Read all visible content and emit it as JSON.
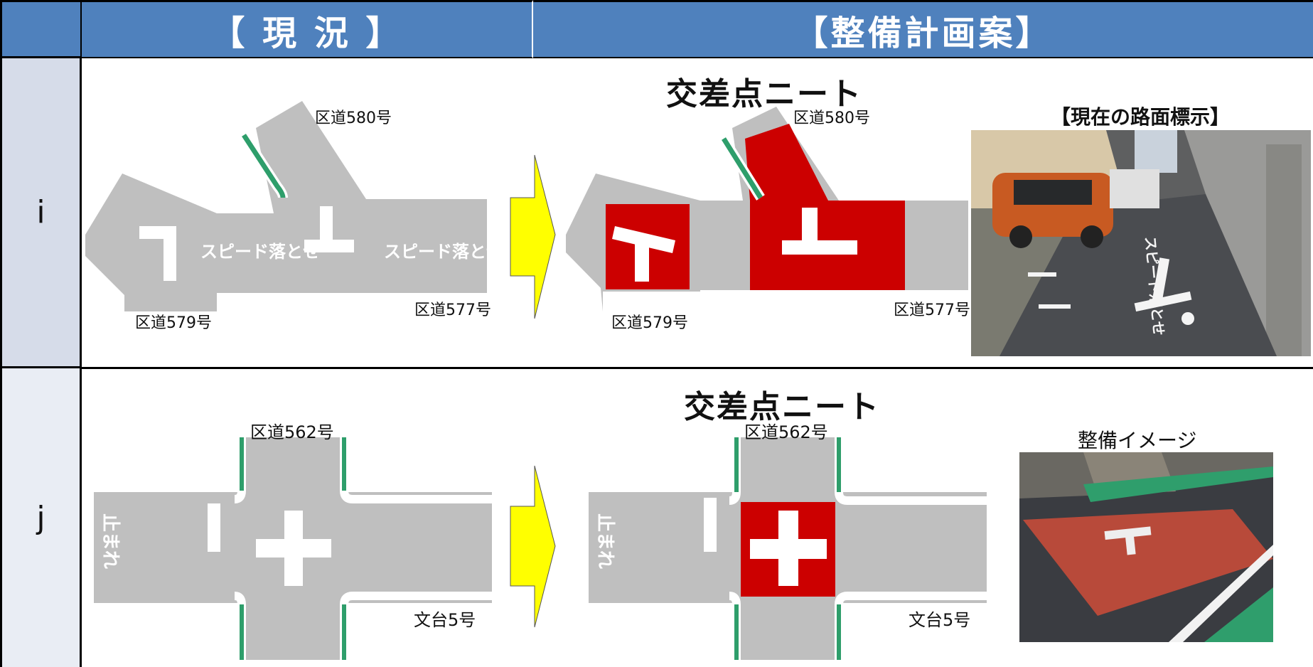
{
  "header": {
    "col_current": "【 現 況 】",
    "col_plan": "【整備計画案】"
  },
  "rows": [
    {
      "id": "i",
      "title": "交差点ニート",
      "road_labels": {
        "north": "区道580号",
        "southwest": "区道579号",
        "east": "区道577号"
      },
      "marking_text": "スピード落とせ",
      "photo_caption": "【現在の路面標示】",
      "photo_marking_text": "スピード落とせ"
    },
    {
      "id": "j",
      "title": "交差点ニート",
      "road_labels": {
        "north": "区道562号",
        "southeast": "文台5号"
      },
      "marking_text": "止まれ",
      "photo_caption": "整備イメージ"
    }
  ],
  "colors": {
    "header_bg": "#4f81bd",
    "row_label_i_bg": "#d6dce9",
    "row_label_j_bg": "#e9edf4",
    "road": "#bfbfbf",
    "red_pavement": "#cc0000",
    "green_line": "#2e9e6b",
    "arrow": "#ffff00"
  }
}
